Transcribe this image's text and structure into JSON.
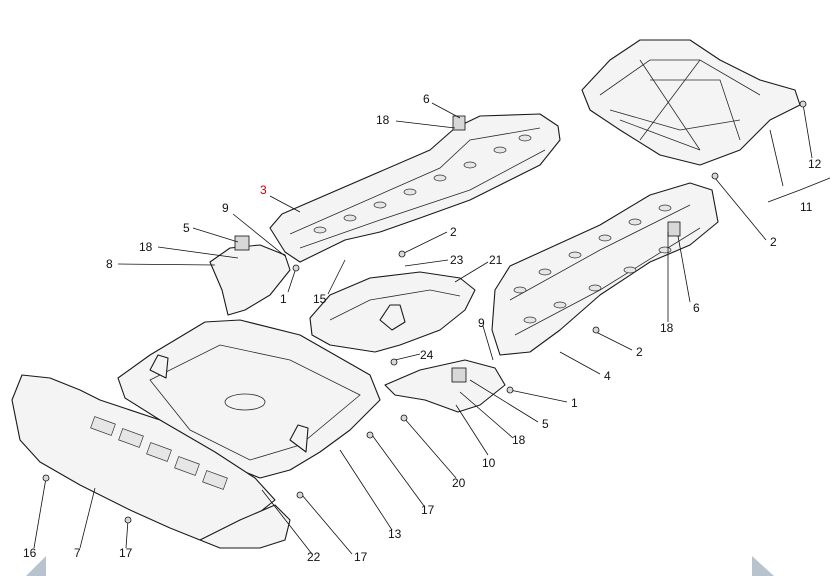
{
  "callouts": [
    {
      "id": "c3",
      "text": "3",
      "highlight": true
    },
    {
      "id": "c6a",
      "text": "6"
    },
    {
      "id": "c18a",
      "text": "18"
    },
    {
      "id": "c9a",
      "text": "9"
    },
    {
      "id": "c5a",
      "text": "5"
    },
    {
      "id": "c18b",
      "text": "18"
    },
    {
      "id": "c8",
      "text": "8"
    },
    {
      "id": "c1a",
      "text": "1"
    },
    {
      "id": "c2a",
      "text": "2"
    },
    {
      "id": "c23",
      "text": "23"
    },
    {
      "id": "c21",
      "text": "21"
    },
    {
      "id": "c15",
      "text": "15"
    },
    {
      "id": "c24",
      "text": "24"
    },
    {
      "id": "c9b",
      "text": "9"
    },
    {
      "id": "c2b",
      "text": "2"
    },
    {
      "id": "c4",
      "text": "4"
    },
    {
      "id": "c1b",
      "text": "1"
    },
    {
      "id": "c5b",
      "text": "5"
    },
    {
      "id": "c18c",
      "text": "18"
    },
    {
      "id": "c10",
      "text": "10"
    },
    {
      "id": "c20",
      "text": "20"
    },
    {
      "id": "c17a",
      "text": "17"
    },
    {
      "id": "c13",
      "text": "13"
    },
    {
      "id": "c17b",
      "text": "17"
    },
    {
      "id": "c22",
      "text": "22"
    },
    {
      "id": "c17c",
      "text": "17"
    },
    {
      "id": "c7",
      "text": "7"
    },
    {
      "id": "c16",
      "text": "16"
    },
    {
      "id": "c6b",
      "text": "6"
    },
    {
      "id": "c18d",
      "text": "18"
    },
    {
      "id": "c2c",
      "text": "2"
    },
    {
      "id": "c12",
      "text": "12"
    },
    {
      "id": "c11",
      "text": "11"
    }
  ],
  "colors": {
    "highlight": "#cc0000",
    "line": "#111111",
    "nav": "#b7c3cf"
  }
}
